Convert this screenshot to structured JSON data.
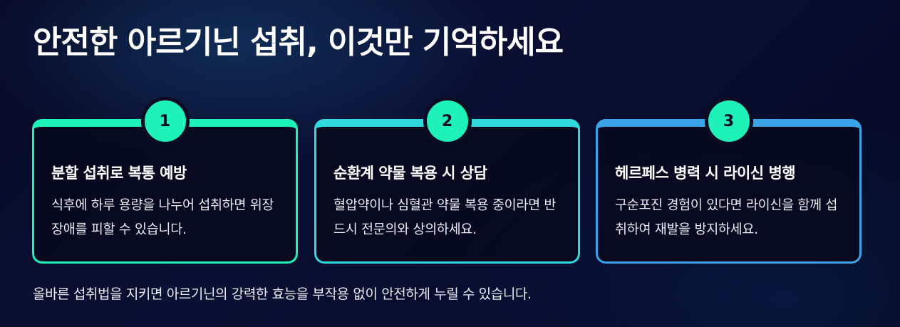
{
  "title": "안전한 아르기닌 섭취, 이것만 기억하세요",
  "cards": [
    {
      "number": "1",
      "title": "분할 섭취로 복통 예방",
      "description": "식후에 하루 용량을 나누어 섭취하면 위장 장애를 피할 수 있습니다.",
      "border_color": "#1ef2b8"
    },
    {
      "number": "2",
      "title": "순환계 약물 복용 시 상담",
      "description": "혈압약이나 심혈관 약물 복용 중이라면 반드시 전문의와 상의하세요.",
      "border_color": "#30d9dc"
    },
    {
      "number": "3",
      "title": "헤르페스 병력 시 라이신 병행",
      "description": "구순포진 경험이 있다면 라이신을 함께 섭취하여 재발을 방지하세요.",
      "border_color": "#3aa4e6"
    }
  ],
  "badge_color": "#1ef2b8",
  "footer": "올바른 섭취법을 지키면 아르기닌의 강력한 효능을 부작용 없이 안전하게 누릴 수 있습니다."
}
